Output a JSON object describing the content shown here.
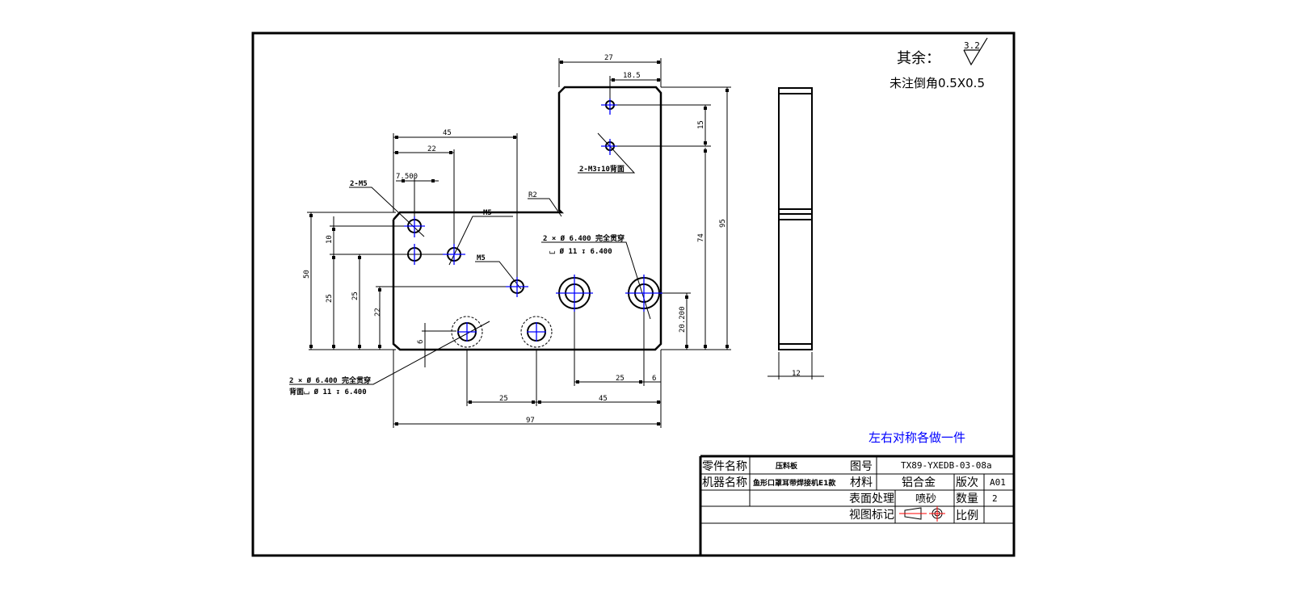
{
  "drawing": {
    "roughness_note": {
      "label": "其余：",
      "value": "3.2"
    },
    "chamfer_note": "未注倒角0.5X0.5",
    "symmetry_note": "左右对称各做一件",
    "dimensions": {
      "top_width_27": "27",
      "top_hole_offset": "18.5",
      "upper_span_45": "45",
      "hole_offset_22": "22",
      "hole_offset_7_5": "7.500",
      "radius": "R2",
      "vertical_15": "15",
      "vertical_74": "74",
      "vertical_95": "95",
      "vertical_50": "50",
      "vertical_10": "10",
      "vertical_25a": "25",
      "vertical_25b": "25",
      "vertical_22": "22",
      "vertical_6": "6",
      "vertical_20_2": "20.200",
      "bottom_25a": "25",
      "bottom_45": "45",
      "bottom_25b": "25",
      "bottom_6": "6",
      "overall_97": "97",
      "side_width_12": "12"
    },
    "callouts": {
      "m5_pair": "2-M5",
      "m5_single_a": "M5",
      "m5_single_b": "M5",
      "m3_pair": "2-M3↧10背面",
      "cbore_right_line1": "2 × Ø 6.400 完全贯穿",
      "cbore_right_line2": "⌴ Ø 11 ↧ 6.400",
      "cbore_left_line1": "2 × Ø 6.400 完全贯穿",
      "cbore_left_line2": "背面⌴ Ø 11 ↧ 6.400"
    }
  },
  "title_block": {
    "part_name_label": "零件名称",
    "part_name": "压料板",
    "drawing_no_label": "图号",
    "drawing_no": "TX89-YXEDB-03-08a",
    "machine_name_label": "机器名称",
    "machine_name": "鱼形口罩耳带焊接机E1款",
    "material_label": "材料",
    "material": "铝合金",
    "revision_label": "版次",
    "revision": "A01",
    "surface_label": "表面处理",
    "surface": "喷砂",
    "quantity_label": "数量",
    "quantity": "2",
    "view_label": "视图标记",
    "scale_label": "比例",
    "scale": ""
  },
  "colors": {
    "centerline": "#0000ff",
    "projection_symbol": "#ff0000",
    "note_blue": "#0000ff"
  }
}
